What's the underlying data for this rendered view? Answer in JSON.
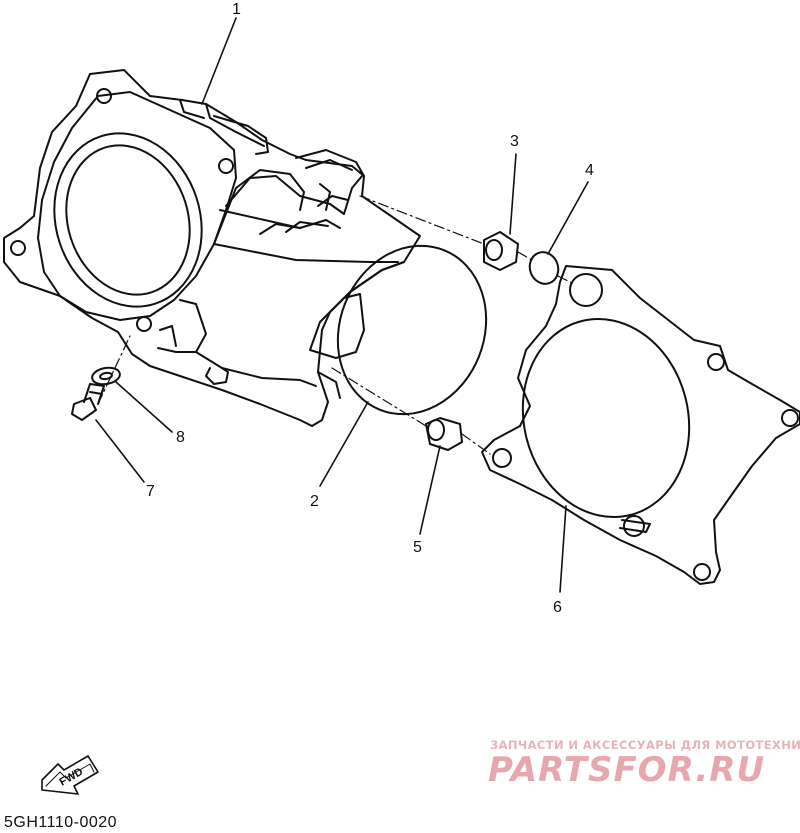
{
  "callouts": {
    "c1": "1",
    "c2": "2",
    "c3": "3",
    "c4": "4",
    "c5": "5",
    "c6": "6",
    "c7": "7",
    "c8": "8"
  },
  "fwd_label": "FWD",
  "diagram_code": "5GH1110-0020",
  "watermark": {
    "tagline": "ЗАПЧАСТИ И АКСЕССУАРЫ ДЛЯ МОТОТЕХНИКИ",
    "brand": "PARTSFOR.RU"
  }
}
